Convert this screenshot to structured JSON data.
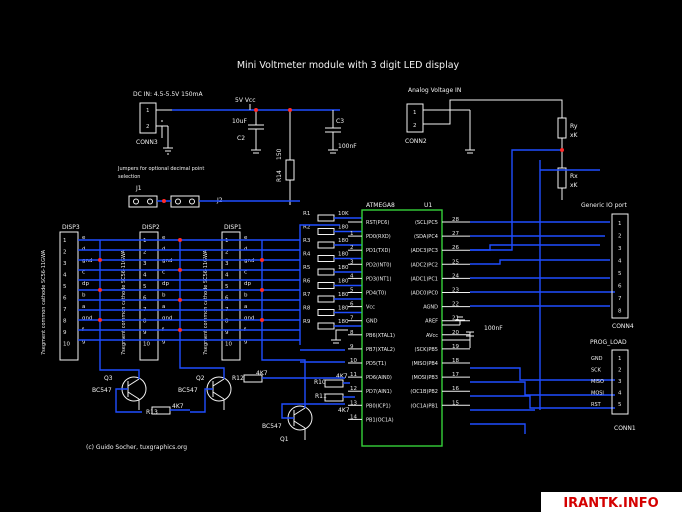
{
  "title": "Mini Voltmeter module with 3 digit LED display",
  "credit": "(c) Guido Socher, tuxgraphics.org",
  "watermark": "IRANTK.INFO",
  "colors": {
    "wire": "#1f4dff",
    "part": "#f2f2f2",
    "chip": "#35d03a",
    "junction": "#ff2a2a",
    "background": "#000000"
  },
  "power": {
    "dc_in": "DC IN: 4.5-5.5V 150mA",
    "dc_conn": "CONN3",
    "vcc": "5V Vcc",
    "c2_value": "10uF",
    "c2_name": "C2",
    "c3_name": "C3",
    "c3_value": "100nF",
    "r14_value": "150",
    "r14_name": "R14"
  },
  "analog": {
    "label": "Analog Voltage IN",
    "conn": "CONN2",
    "ry": "Ry",
    "ry_val": "xK",
    "rx": "Rx",
    "rx_val": "xK"
  },
  "jumpers": {
    "label1": "Jumpers for optional decimal point",
    "label2": "selection",
    "j1": "J1",
    "j2": "J2"
  },
  "displays": [
    {
      "name": "DISP3",
      "vertical": "7segment common cathode SC56-11GWA"
    },
    {
      "name": "DISP2",
      "vertical": "7segment common cathode SC56-11GWA"
    },
    {
      "name": "DISP1",
      "vertical": "7segment common cathode SC56-11GWA"
    }
  ],
  "disp_pin_numbers": [
    "1",
    "2",
    "3",
    "4",
    "5",
    "6",
    "7",
    "8",
    "9",
    "10"
  ],
  "disp_left_labels": [
    "e",
    "d",
    "gnd",
    "c",
    "dp"
  ],
  "disp_right_labels": [
    "b",
    "a",
    "gnd",
    "f",
    "g"
  ],
  "resistors_seg": [
    {
      "name": "R1",
      "value": "10K"
    },
    {
      "name": "R2",
      "value": "180"
    },
    {
      "name": "R3",
      "value": "180"
    },
    {
      "name": "R4",
      "value": "180"
    },
    {
      "name": "R5",
      "value": "180"
    },
    {
      "name": "R6",
      "value": "180"
    },
    {
      "name": "R7",
      "value": "180"
    },
    {
      "name": "R8",
      "value": "180"
    },
    {
      "name": "R9",
      "value": "180"
    }
  ],
  "chip": {
    "label": "ATMEGA8",
    "ref": "U1",
    "left_pins": [
      {
        "no": "1",
        "name": "PD0(RXD)"
      },
      {
        "no": "2",
        "name": "PD1(TXD)"
      },
      {
        "no": "3",
        "name": "PD2(INT0)"
      },
      {
        "no": "4",
        "name": "PD3(INT1)"
      },
      {
        "no": "5",
        "name": "PD4(T0)"
      },
      {
        "no": "6",
        "name": "Vcc"
      },
      {
        "no": "7",
        "name": "GND"
      },
      {
        "no": "8",
        "name": "PB6(XTAL1)"
      },
      {
        "no": "9",
        "name": "PB7(XTAL2)"
      },
      {
        "no": "10",
        "name": "PD5(T1)"
      },
      {
        "no": "11",
        "name": "PD6(AIN0)"
      },
      {
        "no": "12",
        "name": "PD7(AIN1)"
      },
      {
        "no": "13",
        "name": "PB0(ICP1)"
      },
      {
        "no": "14",
        "name": "PB1(OC1A)"
      }
    ],
    "reset_pin": {
      "no": "",
      "name": "RST(PC6)"
    },
    "right_pins": [
      {
        "no": "28",
        "name": "(SCL)PC5"
      },
      {
        "no": "27",
        "name": "(SDA)PC4"
      },
      {
        "no": "26",
        "name": "(ADC3)PC3"
      },
      {
        "no": "25",
        "name": "(ADC2)PC2"
      },
      {
        "no": "24",
        "name": "(ADC1)PC1"
      },
      {
        "no": "23",
        "name": "(ADC0)PC0"
      },
      {
        "no": "22",
        "name": "AGND"
      },
      {
        "no": "21",
        "name": "AREF"
      },
      {
        "no": "20",
        "name": "AVcc"
      },
      {
        "no": "19",
        "name": "(SCK)PB5"
      },
      {
        "no": "18",
        "name": "(MISO)PB4"
      },
      {
        "no": "17",
        "name": "(MOSI)PB3"
      },
      {
        "no": "16",
        "name": "(OC1B)PB2"
      },
      {
        "no": "15",
        "name": "(OC1A)PB1"
      }
    ]
  },
  "c_aref": "100nF",
  "generic_io": {
    "label": "Generic IO port",
    "conn": "CONN4",
    "pins": [
      "1",
      "2",
      "3",
      "4",
      "5",
      "6",
      "7",
      "8"
    ]
  },
  "prog": {
    "label": "PROG_LOAD",
    "conn": "CONN1",
    "signals": [
      "GND",
      "SCK",
      "MISO",
      "MOSI",
      "RST"
    ],
    "pins": [
      "1",
      "2",
      "3",
      "4",
      "5"
    ]
  },
  "transistors": [
    {
      "ref": "Q3",
      "type": "BC547"
    },
    {
      "ref": "Q2",
      "type": "BC547"
    },
    {
      "ref": "Q1",
      "type": "BC547"
    }
  ],
  "base_resistors": [
    {
      "name": "R13",
      "value": "4K7"
    },
    {
      "name": "R12",
      "value": "4K7"
    },
    {
      "name": "R11",
      "value": "4K7"
    },
    {
      "name": "R10",
      "value": "4K7"
    }
  ]
}
